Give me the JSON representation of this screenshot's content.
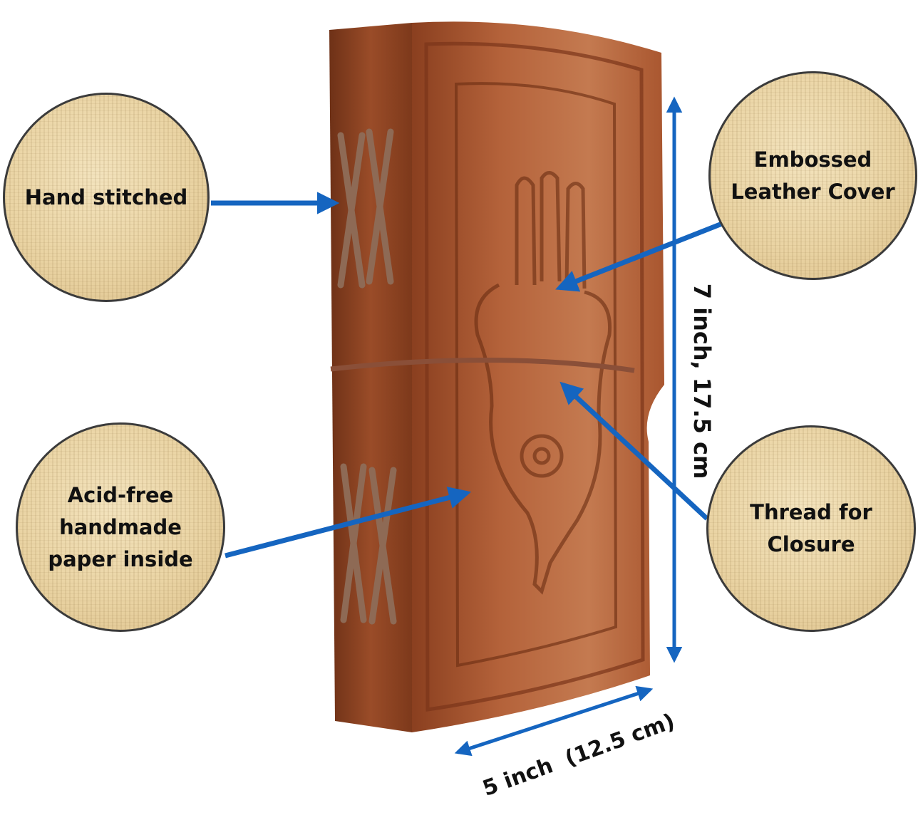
{
  "callouts": {
    "hand_stitched": "Hand stitched",
    "acid_free": "Acid-free\nhandmade\npaper inside",
    "embossed": "Embossed\nLeather Cover",
    "thread": "Thread for\nClosure"
  },
  "dimensions": {
    "height": "7 inch, 17.5 cm",
    "width": "5 inch  (12.5 cm)"
  },
  "colors": {
    "arrow": "#1565c0",
    "leather": "#a3552e",
    "bubble": "#ead4a4"
  }
}
